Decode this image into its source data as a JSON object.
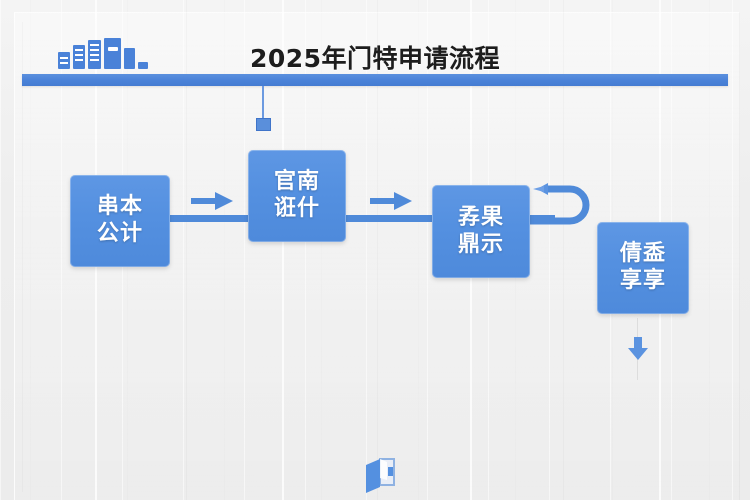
{
  "document": {
    "title": "2025年门特申请流程"
  },
  "header": {
    "icon": "bar-chart-buildings-icon",
    "title": "2025年门特申请流程",
    "bar_color": "#4a82d8"
  },
  "flow": {
    "accent_color": "#5490e0",
    "spine_color": "#4f8ad9",
    "boxes": [
      {
        "id": "box1",
        "line1": "串本",
        "line2": "公计"
      },
      {
        "id": "box2",
        "line1": "官南",
        "line2": "诳什"
      },
      {
        "id": "box3",
        "line1": "孨果",
        "line2": "鼎示"
      },
      {
        "id": "box4",
        "line1": "倩盉",
        "line2": "享享"
      }
    ],
    "connectors": [
      {
        "name": "arrow-right-1",
        "type": "chevron-right-icon"
      },
      {
        "name": "arrow-right-2",
        "type": "chevron-right-icon"
      },
      {
        "name": "curved-hook",
        "type": "curved-return-arrow-icon"
      },
      {
        "name": "arrow-down",
        "type": "chevron-down-icon"
      },
      {
        "name": "drop-line",
        "type": "vertical-connector"
      }
    ]
  },
  "footer": {
    "icon": "book-icon"
  },
  "colors": {
    "background": "#f0f0f0",
    "box_fill": "#5490e0",
    "bar": "#4a82d8",
    "text_dark": "#1d1d1d",
    "text_light": "#ffffff"
  }
}
